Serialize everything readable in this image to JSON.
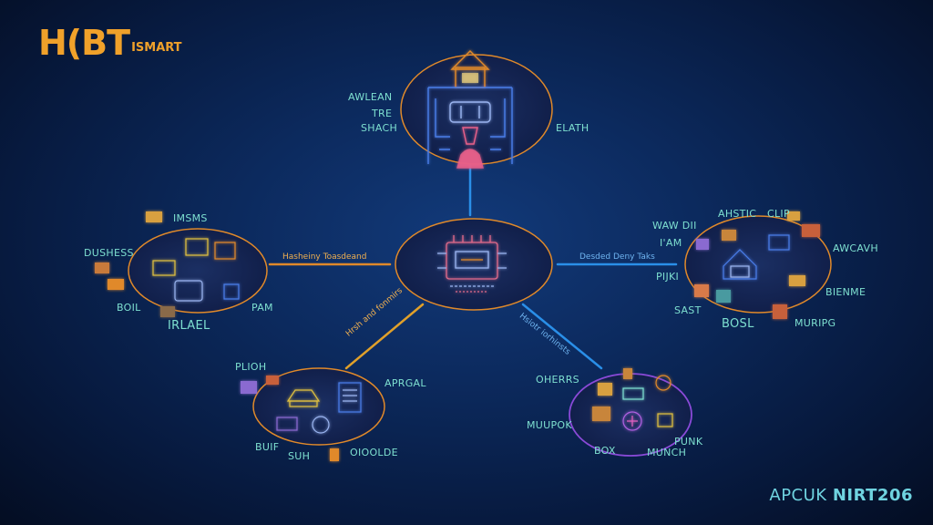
{
  "logo": {
    "big": "H(BT",
    "small": "ISMART"
  },
  "watermark": {
    "text_a": "APCUK",
    "text_b": "NIRT206"
  },
  "colors": {
    "orange": "#e0892a",
    "blue": "#2a8fe8",
    "purple": "#8a4ad8",
    "teal": "#7ee0d0"
  },
  "top_node": {
    "labels": [
      "AWLEAN",
      "TRE",
      "SHACH",
      "ELATH"
    ]
  },
  "left_node": {
    "labels": [
      "IMSMS",
      "DUSHESS",
      "BOIL",
      "IRLAEL",
      "PAM"
    ]
  },
  "right_node": {
    "labels": [
      "WAW DII",
      "I'AM",
      "AHSTIC",
      "CLIP",
      "AWCAVH",
      "PIJKI",
      "BIENME",
      "SAST",
      "BOSL",
      "MURIPG"
    ]
  },
  "bl_node": {
    "labels": [
      "PLIOH",
      "APRGAL",
      "BUIF",
      "SUH",
      "OIOOLDE"
    ]
  },
  "br_node": {
    "labels": [
      "OHERRS",
      "MUUPOK",
      "BOX",
      "PUNK",
      "MUNCH"
    ]
  },
  "edges": {
    "left": "Hasheiny Toasdeand",
    "right": "Desded Deny Taks",
    "bl": "Hrsh and fonmirs",
    "br": "Hsiotr iorhinsts"
  }
}
